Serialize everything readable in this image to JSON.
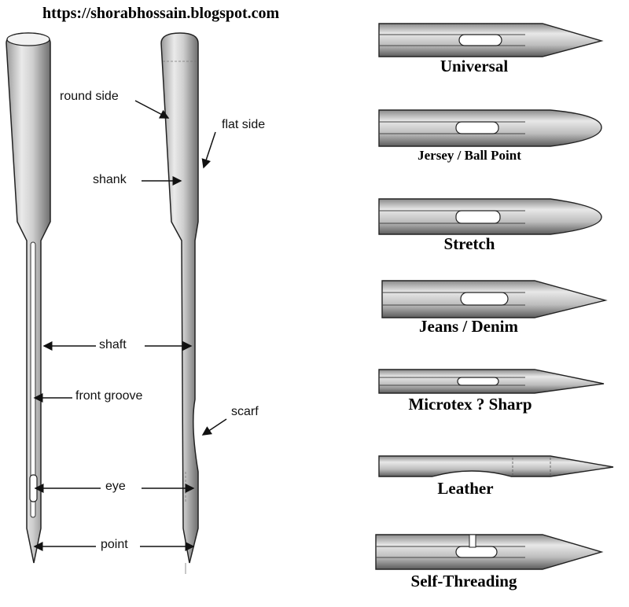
{
  "url": "https://shorabhossain.blogspot.com",
  "anatomy_labels": {
    "round_side": "round side",
    "flat_side": "flat side",
    "shank": "shank",
    "shaft": "shaft",
    "front_groove": "front groove",
    "scarf": "scarf",
    "eye": "eye",
    "point": "point"
  },
  "needle_types": [
    "Universal",
    "Jersey / Ball Point",
    "Stretch",
    "Jeans / Denim",
    "Microtex ? Sharp",
    "Leather",
    "Self-Threading"
  ]
}
